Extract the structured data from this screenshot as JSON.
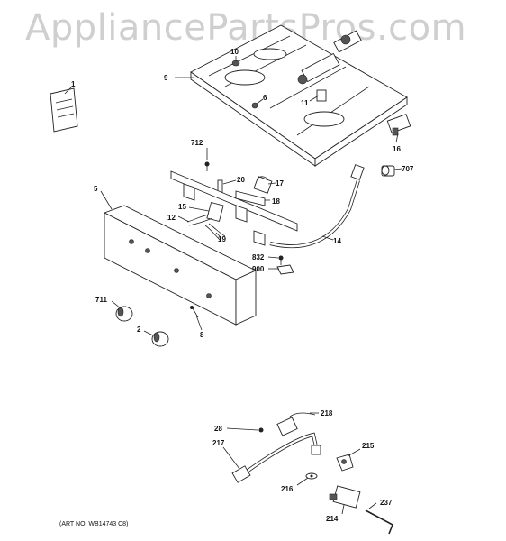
{
  "watermark": "AppliancePartsPros.com",
  "art_number": "(ART NO. WB14743 C8)",
  "labels": {
    "l1": "1",
    "l2": "2",
    "l5": "5",
    "l6": "6",
    "l8": "8",
    "l9": "9",
    "l10": "10",
    "l11": "11",
    "l12": "12",
    "l14": "14",
    "l15": "15",
    "l16": "16",
    "l17": "17",
    "l18": "18",
    "l19": "19",
    "l20": "20",
    "l28": "28",
    "l214": "214",
    "l215": "215",
    "l216": "216",
    "l217": "217",
    "l218": "218",
    "l237": "237",
    "l707": "707",
    "l711": "711",
    "l712": "712",
    "l832": "832",
    "l900": "900"
  }
}
